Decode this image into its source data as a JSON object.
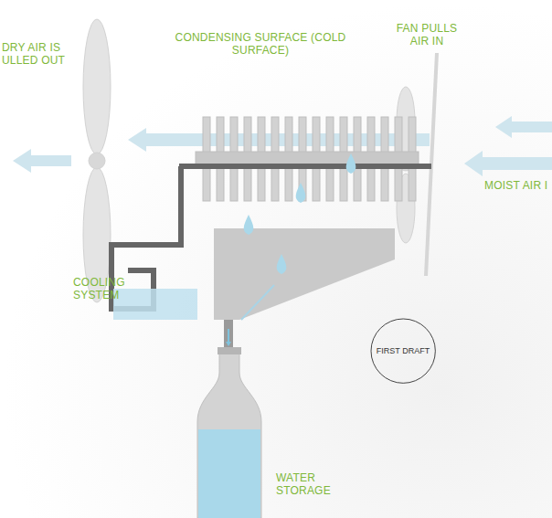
{
  "diagram": {
    "nodes": [
      {
        "text": [
          "FIRST DRAFT"
        ]
      }
    ],
    "labels": [
      "CONDENSING SURFACE (COLD SURFACE)",
      "FAN PULLS AIR IN",
      "DRY AIR IS ULLED OUT",
      "MOIST AIR I",
      "COOLING SYSTEM",
      "WATER STORAGE"
    ]
  }
}
